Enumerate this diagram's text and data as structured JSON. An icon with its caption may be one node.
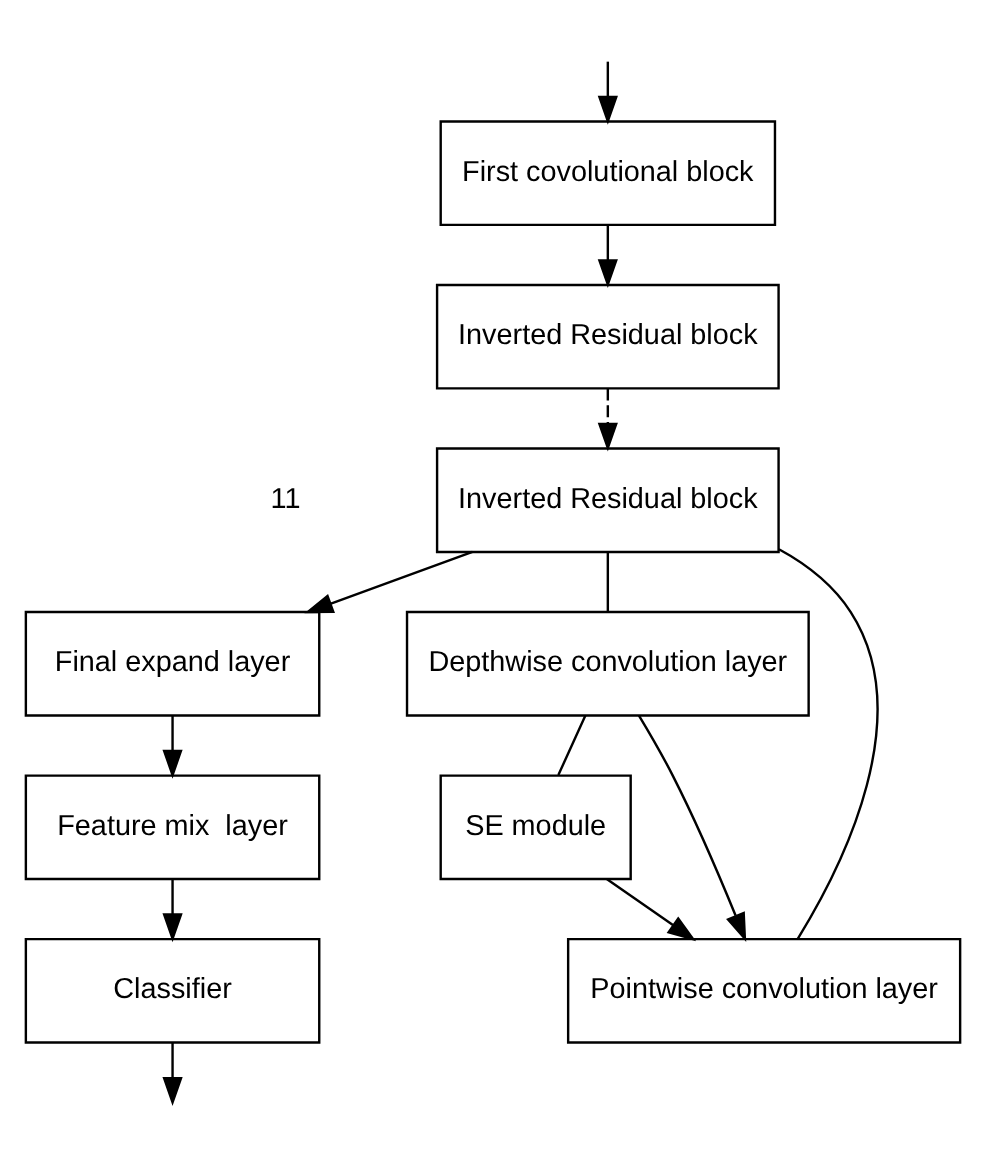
{
  "diagram": {
    "nodes": [
      {
        "text": [
          "First covolutional block"
        ]
      },
      {
        "text": [
          "Inverted Residual block"
        ]
      },
      {
        "text": [
          "Inverted Residual block"
        ]
      },
      {
        "text": [
          "Final expand layer"
        ]
      },
      {
        "text": [
          "Feature mix  layer"
        ]
      },
      {
        "text": [
          "Classifier"
        ]
      },
      {
        "text": [
          "Depthwise convolution layer"
        ]
      },
      {
        "text": [
          "SE module"
        ]
      },
      {
        "text": [
          "Pointwise convolution layer"
        ]
      }
    ],
    "edges": [
      {
        "from": null,
        "to": 0,
        "arrow": "to"
      },
      {
        "from": 0,
        "to": 1,
        "arrow": "to"
      },
      {
        "from": 1,
        "to": 2,
        "arrow": "to",
        "style": "dashed"
      },
      {
        "from": 2,
        "to": 3,
        "arrow": "to"
      },
      {
        "from": 3,
        "to": 4,
        "arrow": "to"
      },
      {
        "from": 4,
        "to": 5,
        "arrow": "to"
      },
      {
        "from": 5,
        "to": null,
        "arrow": "to"
      },
      {
        "from": 2,
        "to": 6,
        "arrow": "none"
      },
      {
        "from": 2,
        "to": 8,
        "arrow": "none"
      },
      {
        "from": 6,
        "to": 8,
        "arrow": "to"
      },
      {
        "from": 6,
        "to": 7,
        "arrow": "none"
      },
      {
        "from": 7,
        "to": 8,
        "arrow": "to"
      }
    ],
    "labels": [
      "11"
    ]
  }
}
